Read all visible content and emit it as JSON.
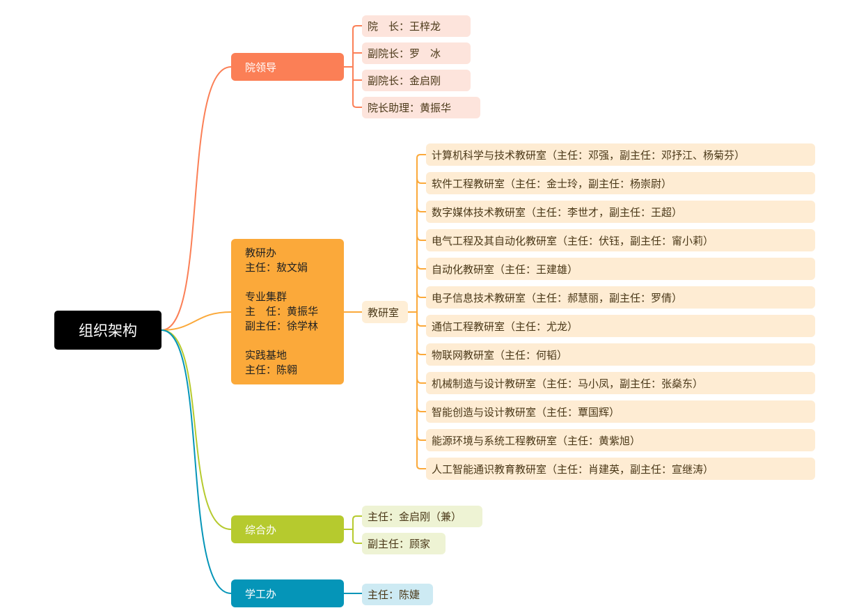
{
  "root": "组织架构",
  "colors": {
    "leaders": "#fb7f56",
    "teaching": "#fba93a",
    "general": "#b6ca2e",
    "student": "#0595b8"
  },
  "leaders": {
    "label": "院领导",
    "items": [
      "院　长：王梓龙",
      "副院长：罗　冰",
      "副院长：金启刚",
      "院长助理：黄振华"
    ]
  },
  "teaching": {
    "label": "教研办\n主任：敖文娟\n\n专业集群\n主　任：黄振华\n副主任：徐学林\n\n实践基地\n主任：陈翱",
    "sub": "教研室",
    "rooms": [
      "计算机科学与技术教研室（主任：邓强，副主任：邓抒江、杨菊芬）",
      "软件工程教研室（主任：金士玲，副主任：杨崇尉）",
      "数字媒体技术教研室（主任：李世才，副主任：王超）",
      "电气工程及其自动化教研室（主任：伏钰，副主任：甯小莉）",
      "自动化教研室（主任：王建雄）",
      "电子信息技术教研室（主任：郝慧丽，副主任：罗倩）",
      "通信工程教研室（主任：尤龙）",
      "物联网教研室（主任：何韬）",
      "机械制造与设计教研室（主任：马小凤，副主任：张燊东）",
      "智能创造与设计教研室（主任：覃国辉）",
      "能源环境与系统工程教研室（主任：黄紫旭）",
      "人工智能通识教育教研室（主任：肖建英，副主任：宣继涛）"
    ]
  },
  "general": {
    "label": "综合办",
    "items": [
      "主任：金启刚（兼）",
      "副主任：顾家"
    ]
  },
  "student": {
    "label": "学工办",
    "items": [
      "主任：陈婕"
    ]
  }
}
